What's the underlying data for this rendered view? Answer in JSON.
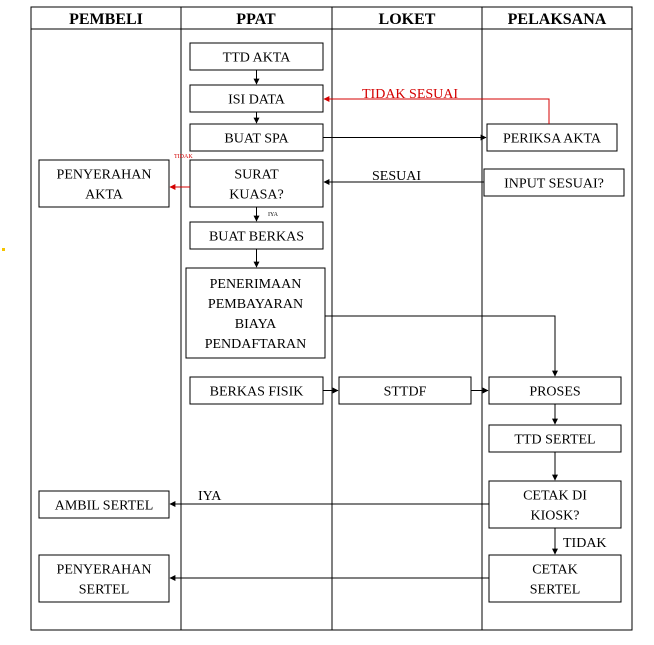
{
  "lanes": {
    "pembeli": "PEMBELI",
    "ppat": "PPAT",
    "loket": "LOKET",
    "pelaksana": "PELAKSANA"
  },
  "boxes": {
    "ttd_akta": [
      "TTD AKTA"
    ],
    "isi_data": [
      "ISI DATA"
    ],
    "buat_spa": [
      "BUAT SPA"
    ],
    "periksa_akta": [
      "PERIKSA AKTA"
    ],
    "penyerahan_akta": [
      "PENYERAHAN",
      "AKTA"
    ],
    "surat_kuasa": [
      "SURAT",
      "KUASA?"
    ],
    "input_sesuai": [
      "INPUT SESUAI?"
    ],
    "buat_berkas": [
      "BUAT BERKAS"
    ],
    "penerimaan_pembayaran": [
      "PENERIMAAN",
      "PEMBAYARAN",
      "BIAYA",
      "PENDAFTARAN"
    ],
    "berkas_fisik": [
      "BERKAS FISIK"
    ],
    "sttdf": [
      "STTDF"
    ],
    "proses": [
      "PROSES"
    ],
    "ttd_sertel": [
      "TTD SERTEL"
    ],
    "ambil_sertel": [
      "AMBIL SERTEL"
    ],
    "cetak_di_kiosk": [
      "CETAK DI",
      "KIOSK?"
    ],
    "penyerahan_sertel": [
      "PENYERAHAN",
      "SERTEL"
    ],
    "cetak_sertel": [
      "CETAK",
      "SERTEL"
    ]
  },
  "edge_labels": {
    "tidak_sesuai": "TIDAK SESUAI",
    "sesuai": "SESUAI",
    "tidak_small": "TIDAK",
    "iya_small": "IYA",
    "iya": "IYA",
    "tidak": "TIDAK"
  },
  "colors": {
    "line": "#000000",
    "reject": "#d40000",
    "marker": "#f5c400"
  }
}
